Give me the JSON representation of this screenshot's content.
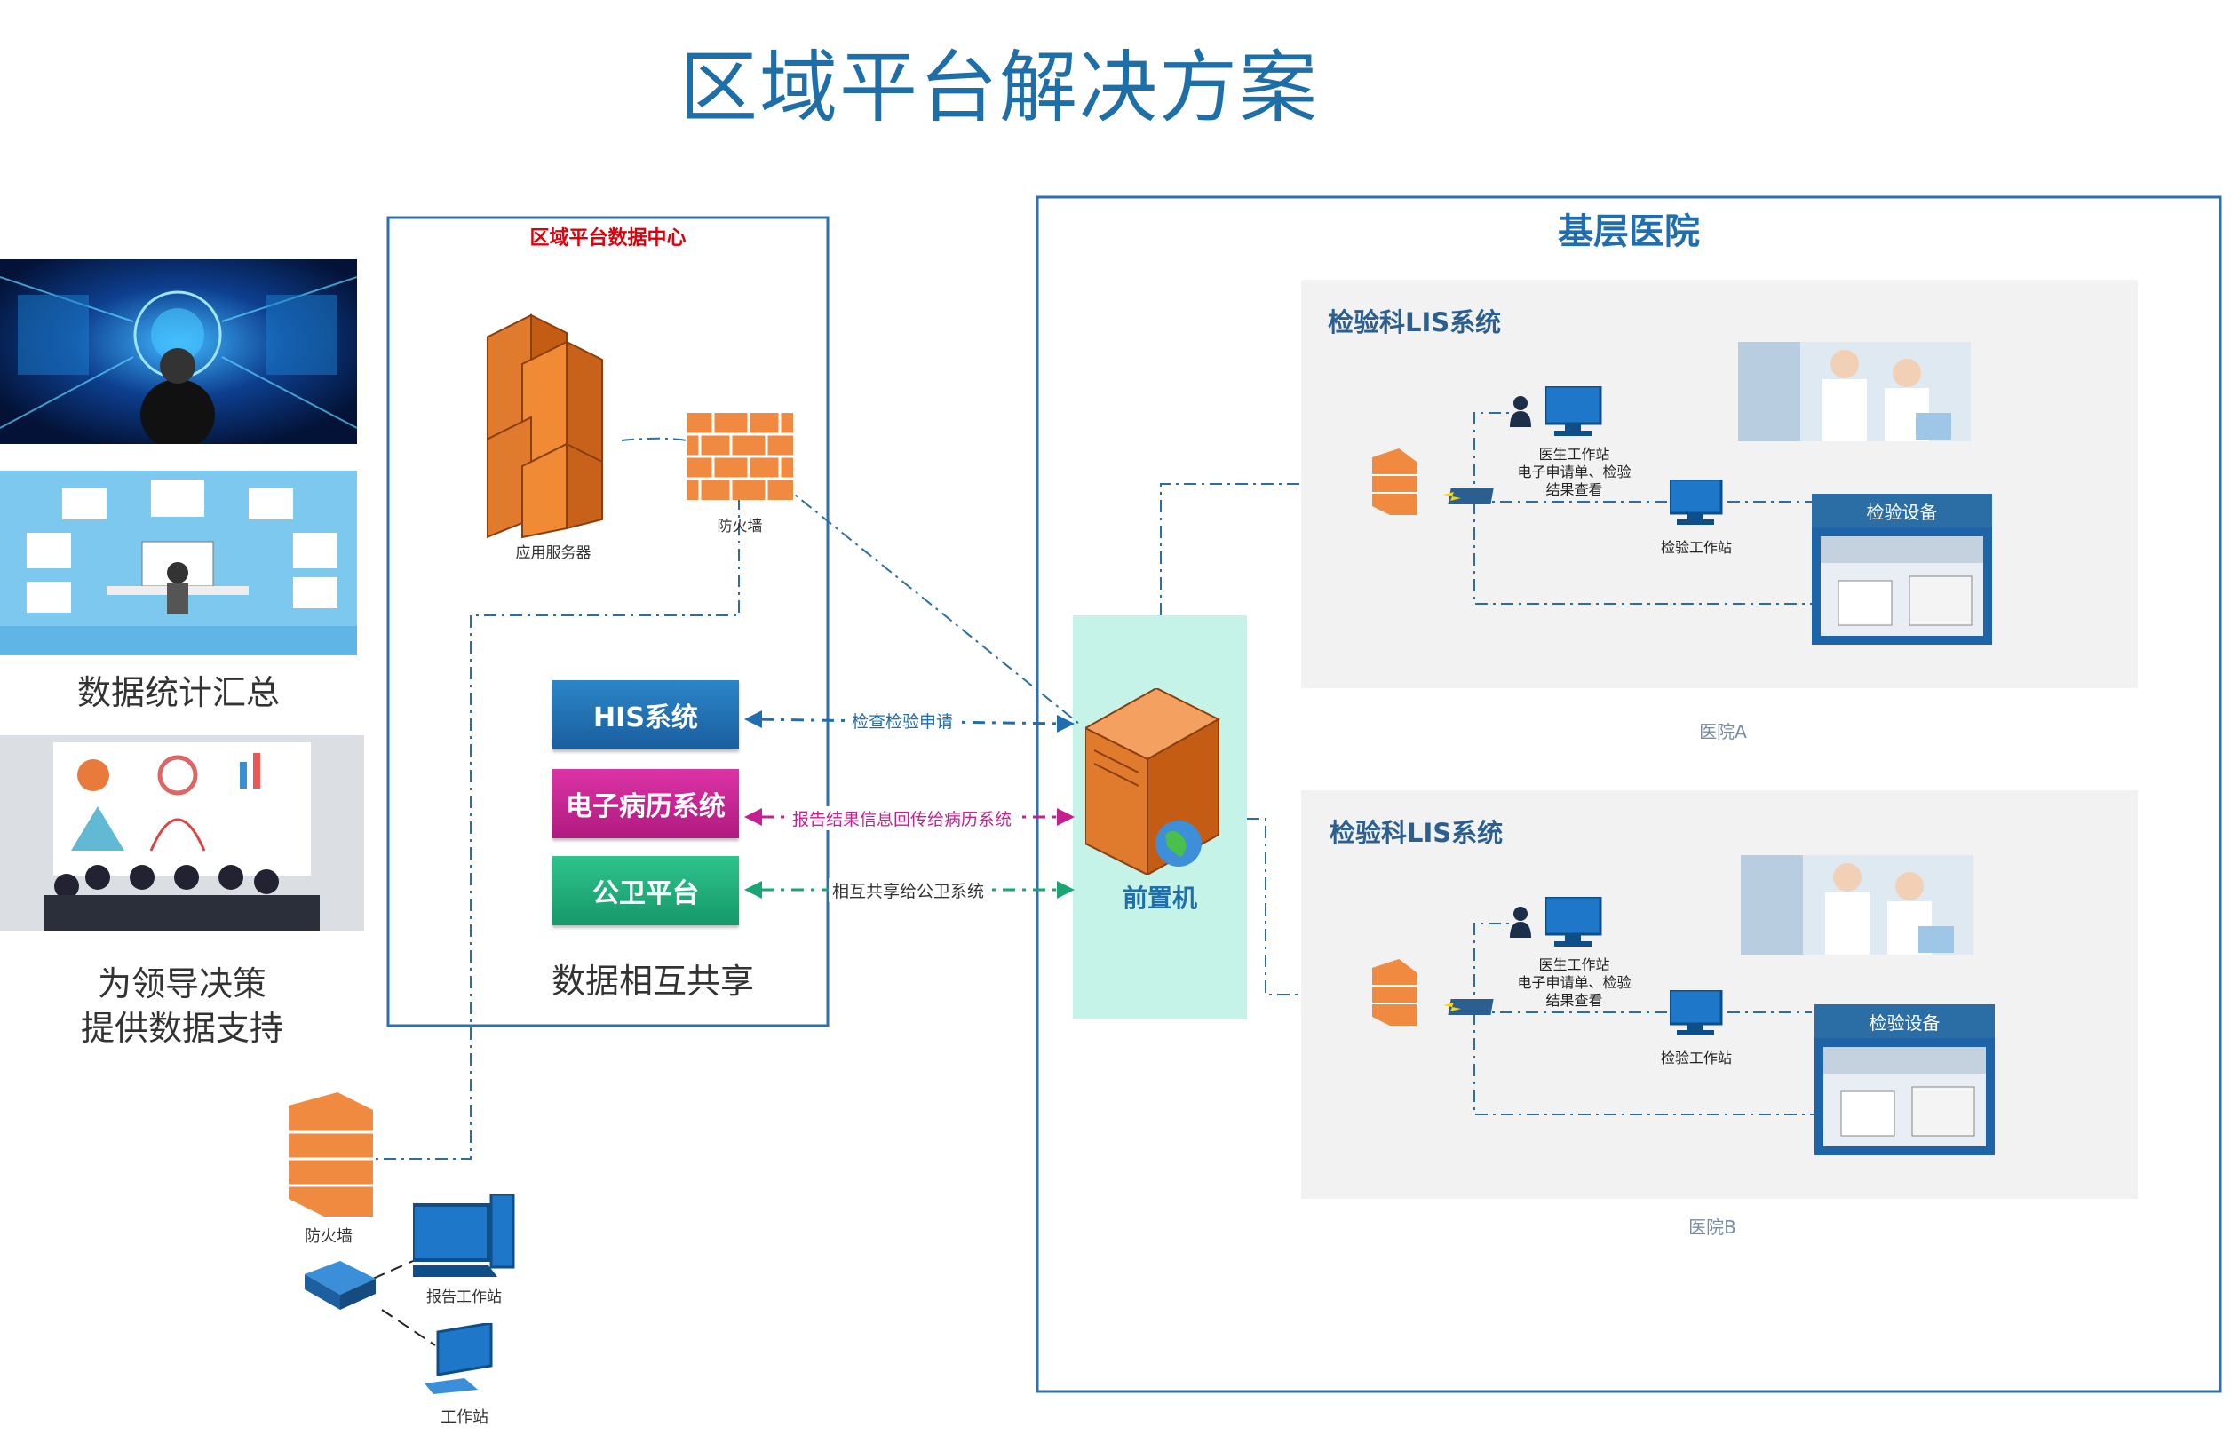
{
  "title": "区域平台解决方案",
  "left": {
    "caption1": "数据统计汇总",
    "caption2_line1": "为领导决策",
    "caption2_line2": "提供数据支持"
  },
  "datacenter": {
    "title": "区域平台数据中心",
    "app_server_label": "应用服务器",
    "firewall_label": "防火墙",
    "systems": [
      "HIS系统",
      "电子病历系统",
      "公卫平台"
    ],
    "share_caption": "数据相互共享"
  },
  "links": {
    "his": "检查检验申请",
    "emr": "报告结果信息回传给病历系统",
    "gw": "相互共享给公卫系统"
  },
  "front": {
    "label": "前置机"
  },
  "primary": {
    "title": "基层医院",
    "hospitals": [
      {
        "lis_title": "检验科LIS系统",
        "doctor_line1": "医生工作站",
        "doctor_line2": "电子申请单、检验",
        "doctor_line3": "结果查看",
        "lab_ws": "检验工作站",
        "equipment": "检验设备",
        "name": "医院A"
      },
      {
        "lis_title": "检验科LIS系统",
        "doctor_line1": "医生工作站",
        "doctor_line2": "电子申请单、检验",
        "doctor_line3": "结果查看",
        "lab_ws": "检验工作站",
        "equipment": "检验设备",
        "name": "医院B"
      }
    ]
  },
  "remote": {
    "firewall_label": "防火墙",
    "report_ws": "报告工作站",
    "workstation": "工作站"
  },
  "colors": {
    "title": "#1e6fa8",
    "his": "#1f6fb0",
    "emr": "#c4218e",
    "gw": "#1aa672",
    "front_bg": "#c6f3e8",
    "hospital_bg": "#f2f2f2"
  }
}
